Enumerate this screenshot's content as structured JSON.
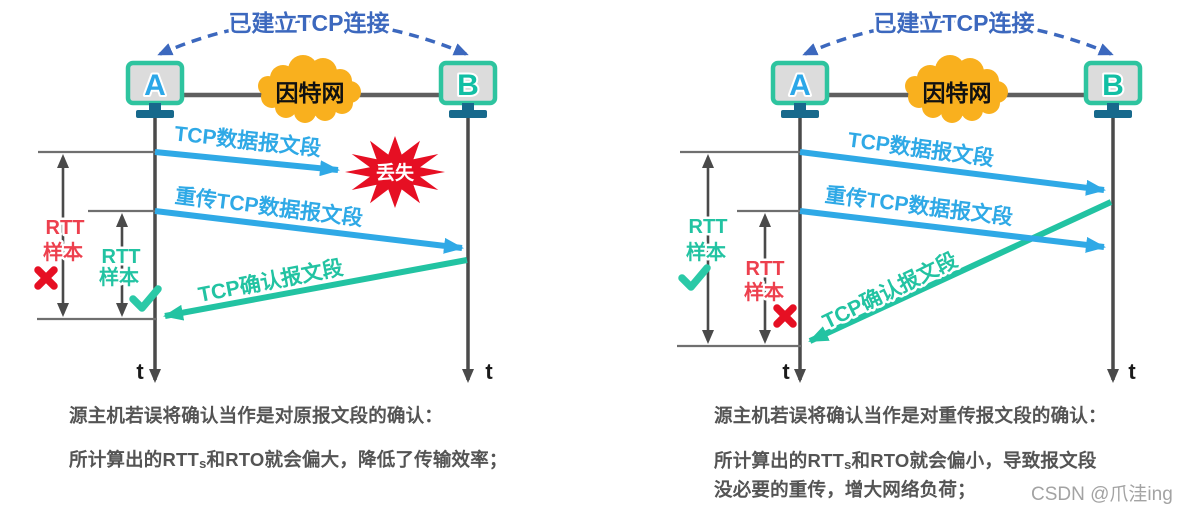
{
  "banner": "已建立TCP连接",
  "internet": "因特网",
  "hosts": {
    "a": "A",
    "b": "B"
  },
  "arrows": {
    "data": "TCP数据报文段",
    "retransmit": "重传TCP数据报文段",
    "ack": "TCP确认报文段"
  },
  "lost_burst": "丢失",
  "rtt": {
    "label": "RTT",
    "sample": "样本"
  },
  "time_label": "t",
  "captions": {
    "left_title": "源主机若误将确认当作是对原报文段的确认：",
    "left_body_pre": "所计算出的RTT",
    "left_body_sub": "s",
    "left_body_post": "和RTO就会偏大，降低了传输效率；",
    "right_title": "源主机若误将确认当作是对重传报文段的确认：",
    "right_body_pre": "所计算出的RTT",
    "right_body_sub": "s",
    "right_body_post": "和RTO就会偏小，导致报文段",
    "right_body_line2": "没必要的重传，增大网络负荷；"
  },
  "watermark": "CSDN @爪洼ing",
  "colors": {
    "blue_arrow": "#2FA9E6",
    "green": "#22C3A2",
    "red_text": "#ED404E",
    "red_icon": "#E60F23",
    "banner_blue": "#3C68BE",
    "cloud_orange": "#F9B01E",
    "monitor_border": "#2EC49F",
    "monitor_screen": "#DCDCDC",
    "stand_teal": "#17698C",
    "axis_gray": "#4A4A4A",
    "caption_gray": "#545454"
  }
}
